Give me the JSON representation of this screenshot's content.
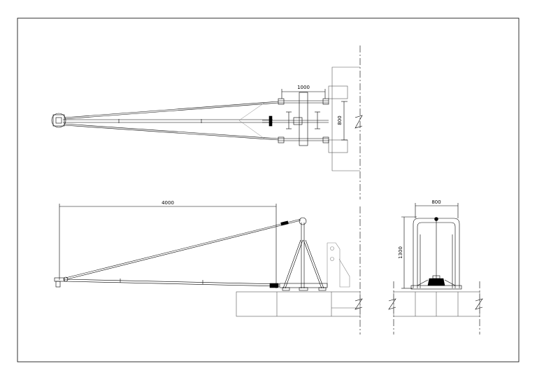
{
  "drawing": {
    "colors": {
      "line": "#000000",
      "thin_line": "#555555",
      "light_line": "#888888",
      "background": "#ffffff"
    },
    "plan_view": {
      "dim_width": "1000",
      "dim_depth": "800"
    },
    "side_view": {
      "dim_length": "4000"
    },
    "end_view": {
      "dim_width": "800",
      "dim_height": "1300"
    }
  }
}
